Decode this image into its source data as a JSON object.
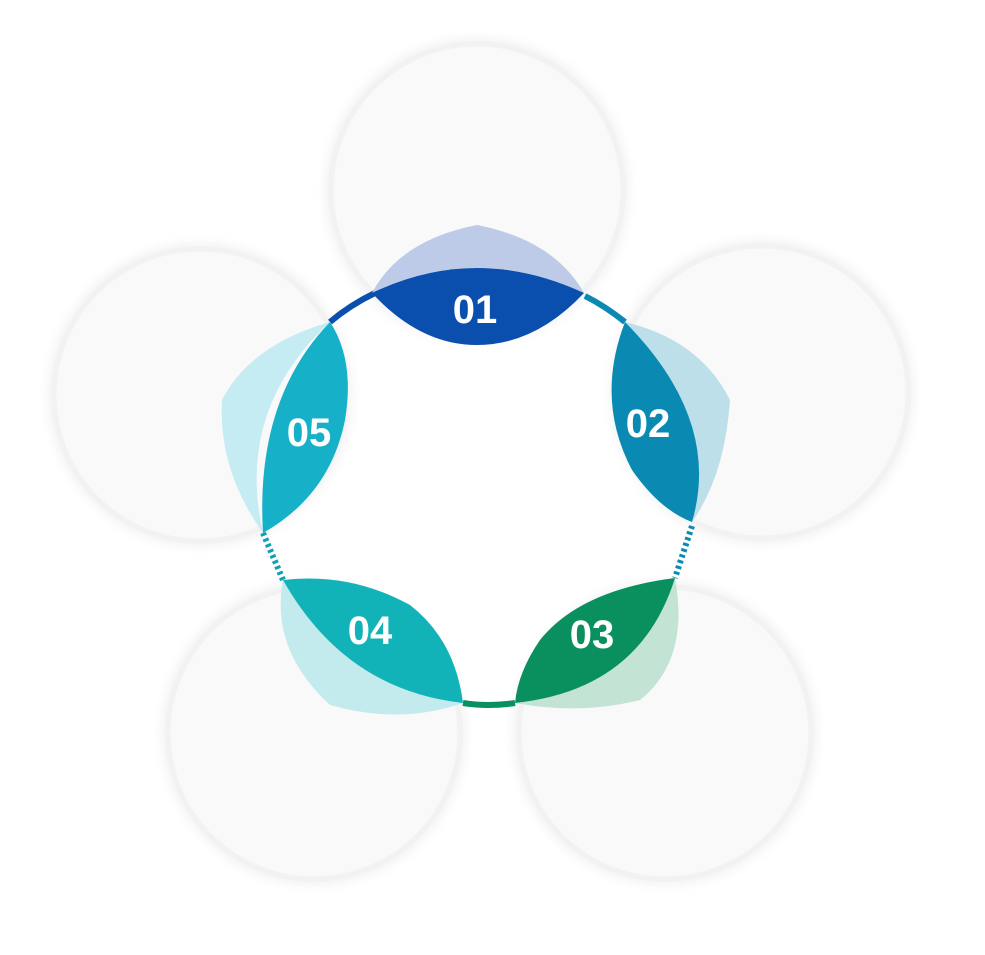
{
  "steps": [
    {
      "number": "01",
      "color": "#0a4fae",
      "halo": "#bdcbe8"
    },
    {
      "number": "02",
      "color": "#0a8ab3",
      "halo": "#bddfea"
    },
    {
      "number": "03",
      "color": "#0a8f5e",
      "halo": "#c3e3d5"
    },
    {
      "number": "04",
      "color": "#12b3b8",
      "halo": "#c3ebee"
    },
    {
      "number": "05",
      "color": "#16b1c9",
      "halo": "#c5ebf3"
    }
  ],
  "ring_colors": {
    "top": "#0a4fae",
    "right": "#0a8ab3",
    "bottom": "#0a8f5e",
    "left": "#0f9fb6"
  },
  "circle_fill": "#f9f9f9",
  "circle_border": "#f2f2f2"
}
